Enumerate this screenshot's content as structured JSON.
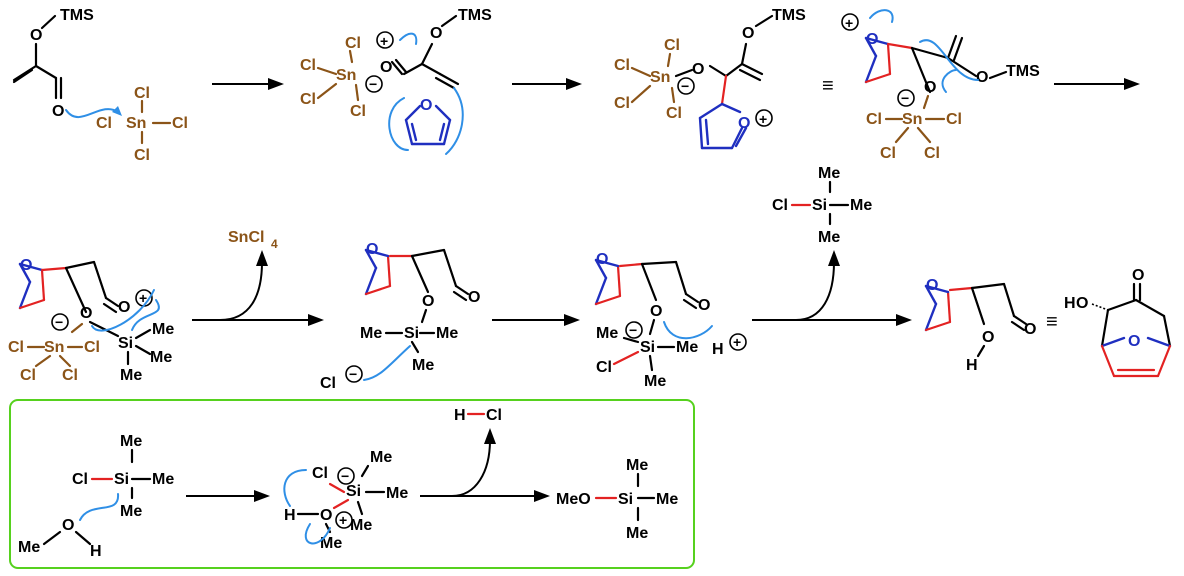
{
  "labels": {
    "tms": "TMS",
    "o": "O",
    "cl": "Cl",
    "sn": "Sn",
    "si": "Si",
    "me": "Me",
    "h": "H",
    "meo": "MeO",
    "sn_cl4_sn": "SnCl",
    "sn_cl4_sub": "4",
    "plus": "+",
    "minus": "−",
    "equiv": "≡"
  },
  "colors": {
    "tin_chloride": "#8b5418",
    "furan": "#1f2fc0",
    "new_bond": "#e32222",
    "curly_arrow": "#2f8fe6",
    "inset_box": "#56d11e"
  }
}
